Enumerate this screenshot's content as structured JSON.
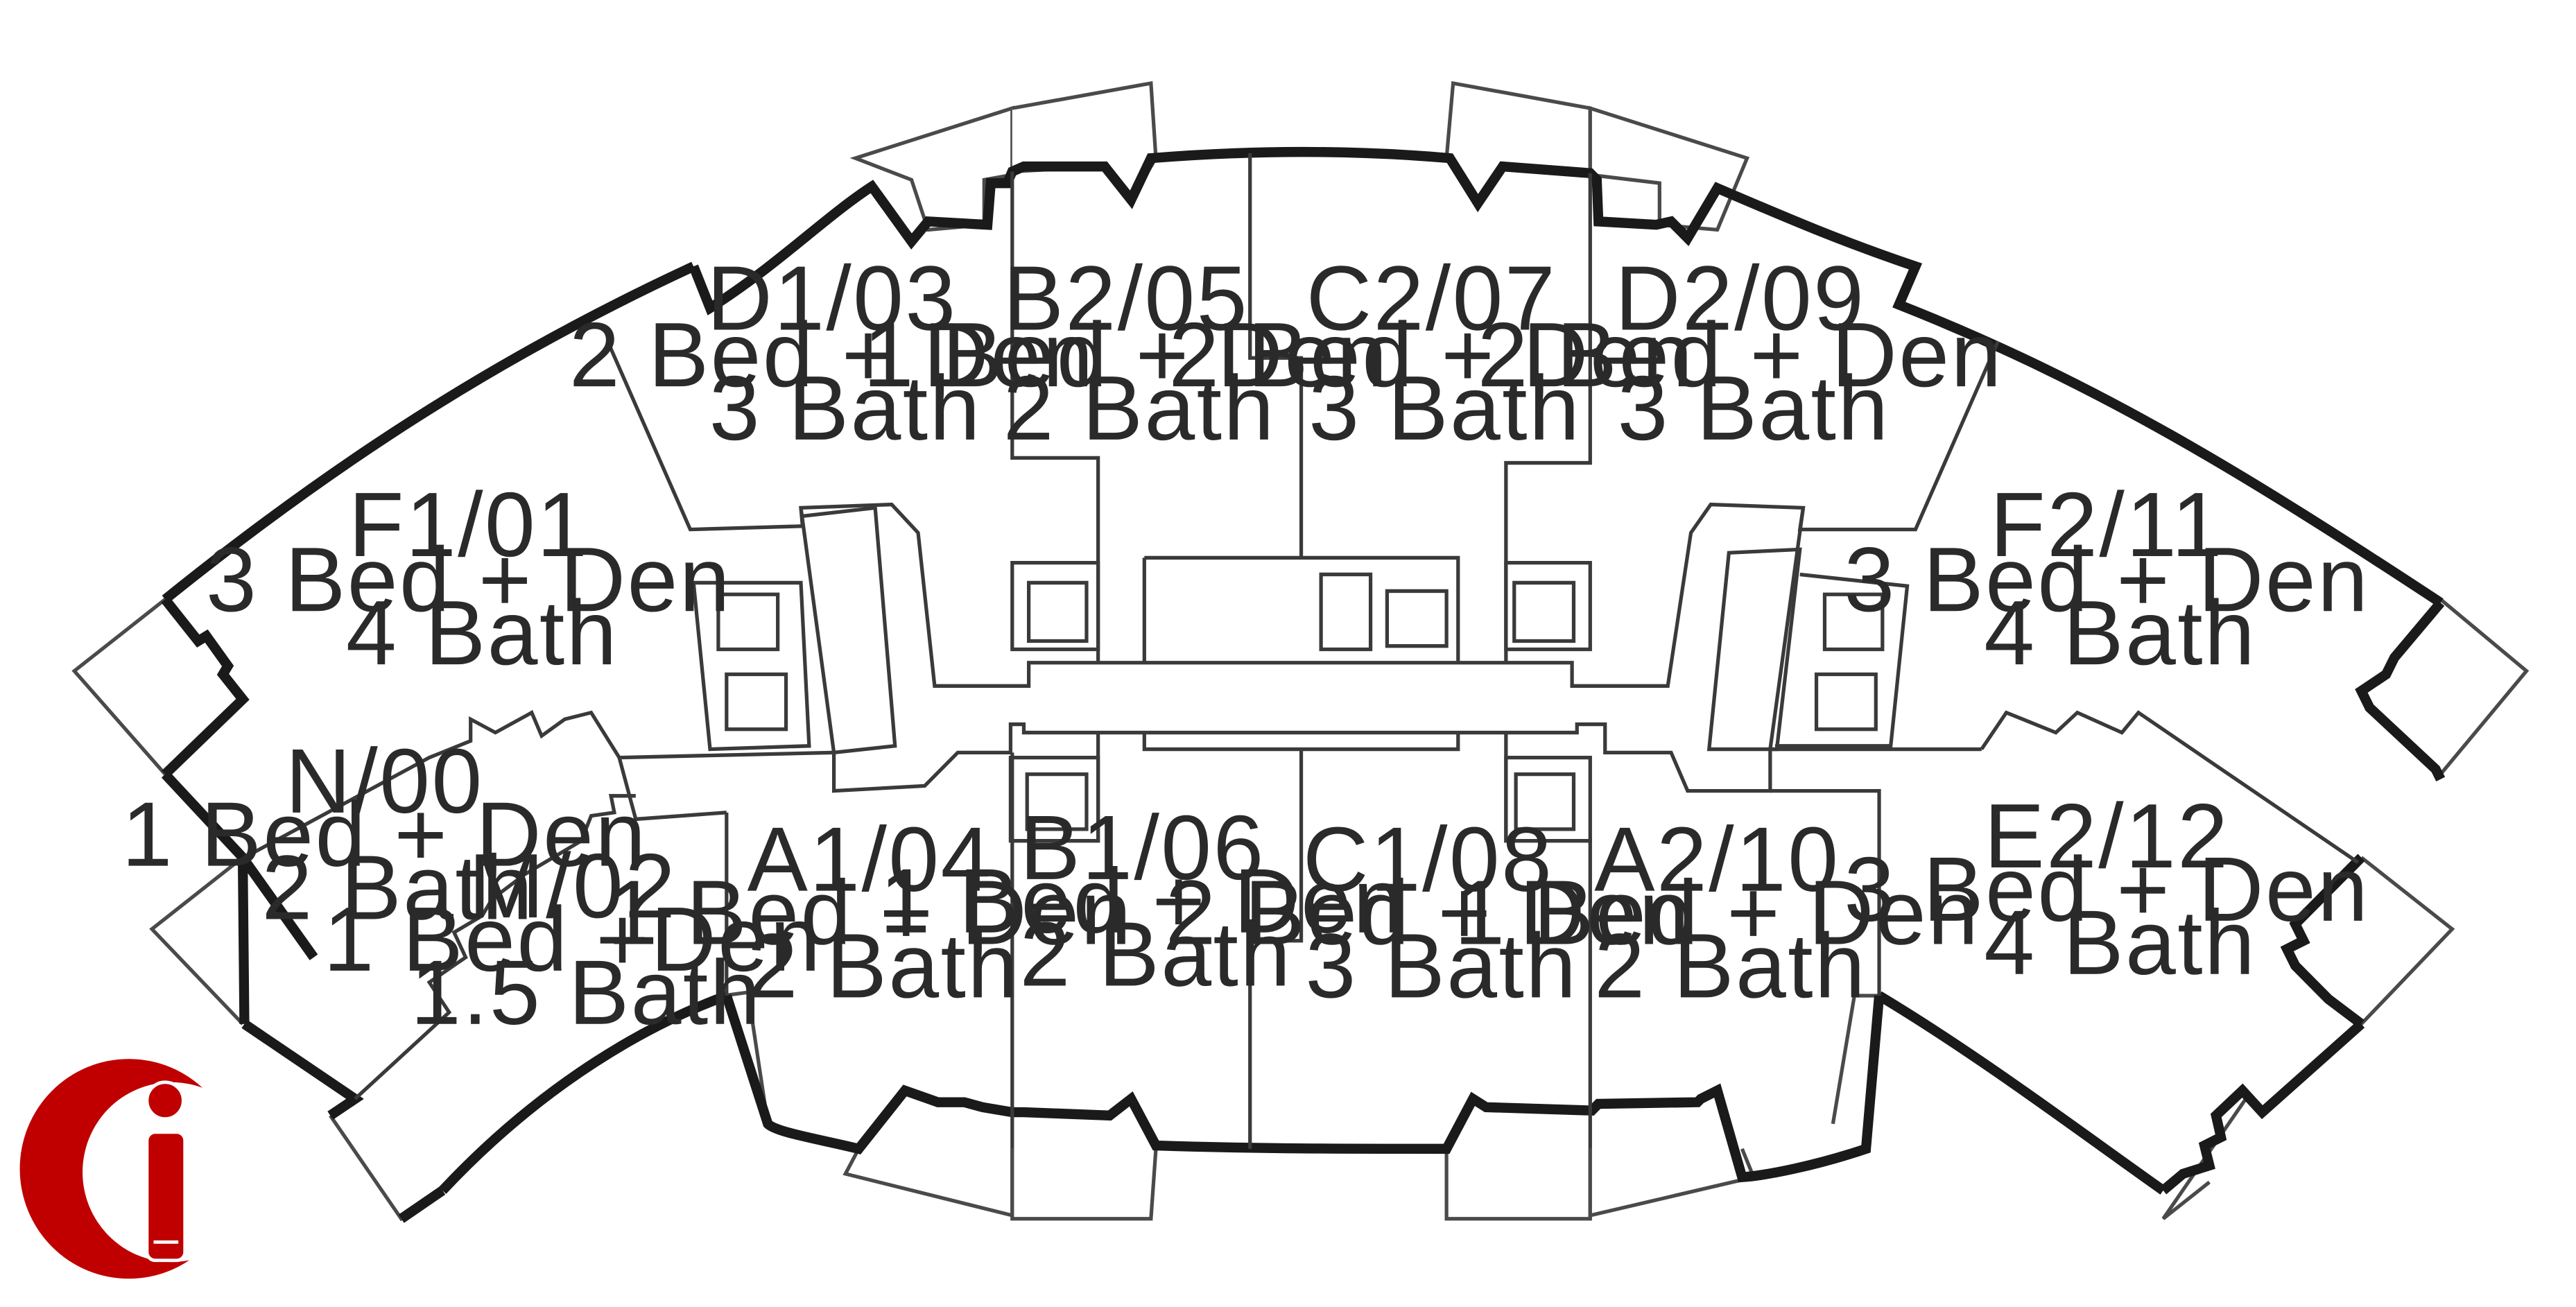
{
  "units": [
    {
      "id": "d1-03",
      "code": "D1/03",
      "beds": "2 Bed + Den",
      "baths": "3 Bath"
    },
    {
      "id": "b2-05",
      "code": "B2/05",
      "beds": "1 Bed + Den",
      "baths": "2 Bath"
    },
    {
      "id": "c2-07",
      "code": "C2/07",
      "beds": "2 Bed + Den",
      "baths": "3 Bath"
    },
    {
      "id": "d2-09",
      "code": "D2/09",
      "beds": "2 Bed + Den",
      "baths": "3 Bath"
    },
    {
      "id": "f1-01",
      "code": "F1/01",
      "beds": "3 Bed + Den",
      "baths": "4 Bath"
    },
    {
      "id": "f2-11",
      "code": "F2/11",
      "beds": "3 Bed + Den",
      "baths": "4 Bath"
    },
    {
      "id": "n-00",
      "code": "N/00",
      "beds": "1 Bed + Den",
      "baths": "2 Bath"
    },
    {
      "id": "m-02",
      "code": "M/02",
      "beds": "1 Bed +Den",
      "baths": "1.5 Bath"
    },
    {
      "id": "a1-04",
      "code": "A1/04",
      "beds": "1 Bed + Den",
      "baths": "2 Bath"
    },
    {
      "id": "b1-06",
      "code": "B1/06",
      "beds": "1 Bed + Den",
      "baths": "2 Bath"
    },
    {
      "id": "c1-08",
      "code": "C1/08",
      "beds": "2 Bed + Den",
      "baths": "3 Bath"
    },
    {
      "id": "a2-10",
      "code": "A2/10",
      "beds": "1 Bed + Den",
      "baths": "2 Bath"
    },
    {
      "id": "e2-12",
      "code": "E2/12",
      "beds": "3 Bed + Den",
      "baths": "4 Bath"
    }
  ],
  "colors": {
    "walls": "#1a1a1a",
    "logo": "#c00000",
    "text": "#2a2a2a"
  },
  "icons": {
    "logo": "info-icon"
  }
}
